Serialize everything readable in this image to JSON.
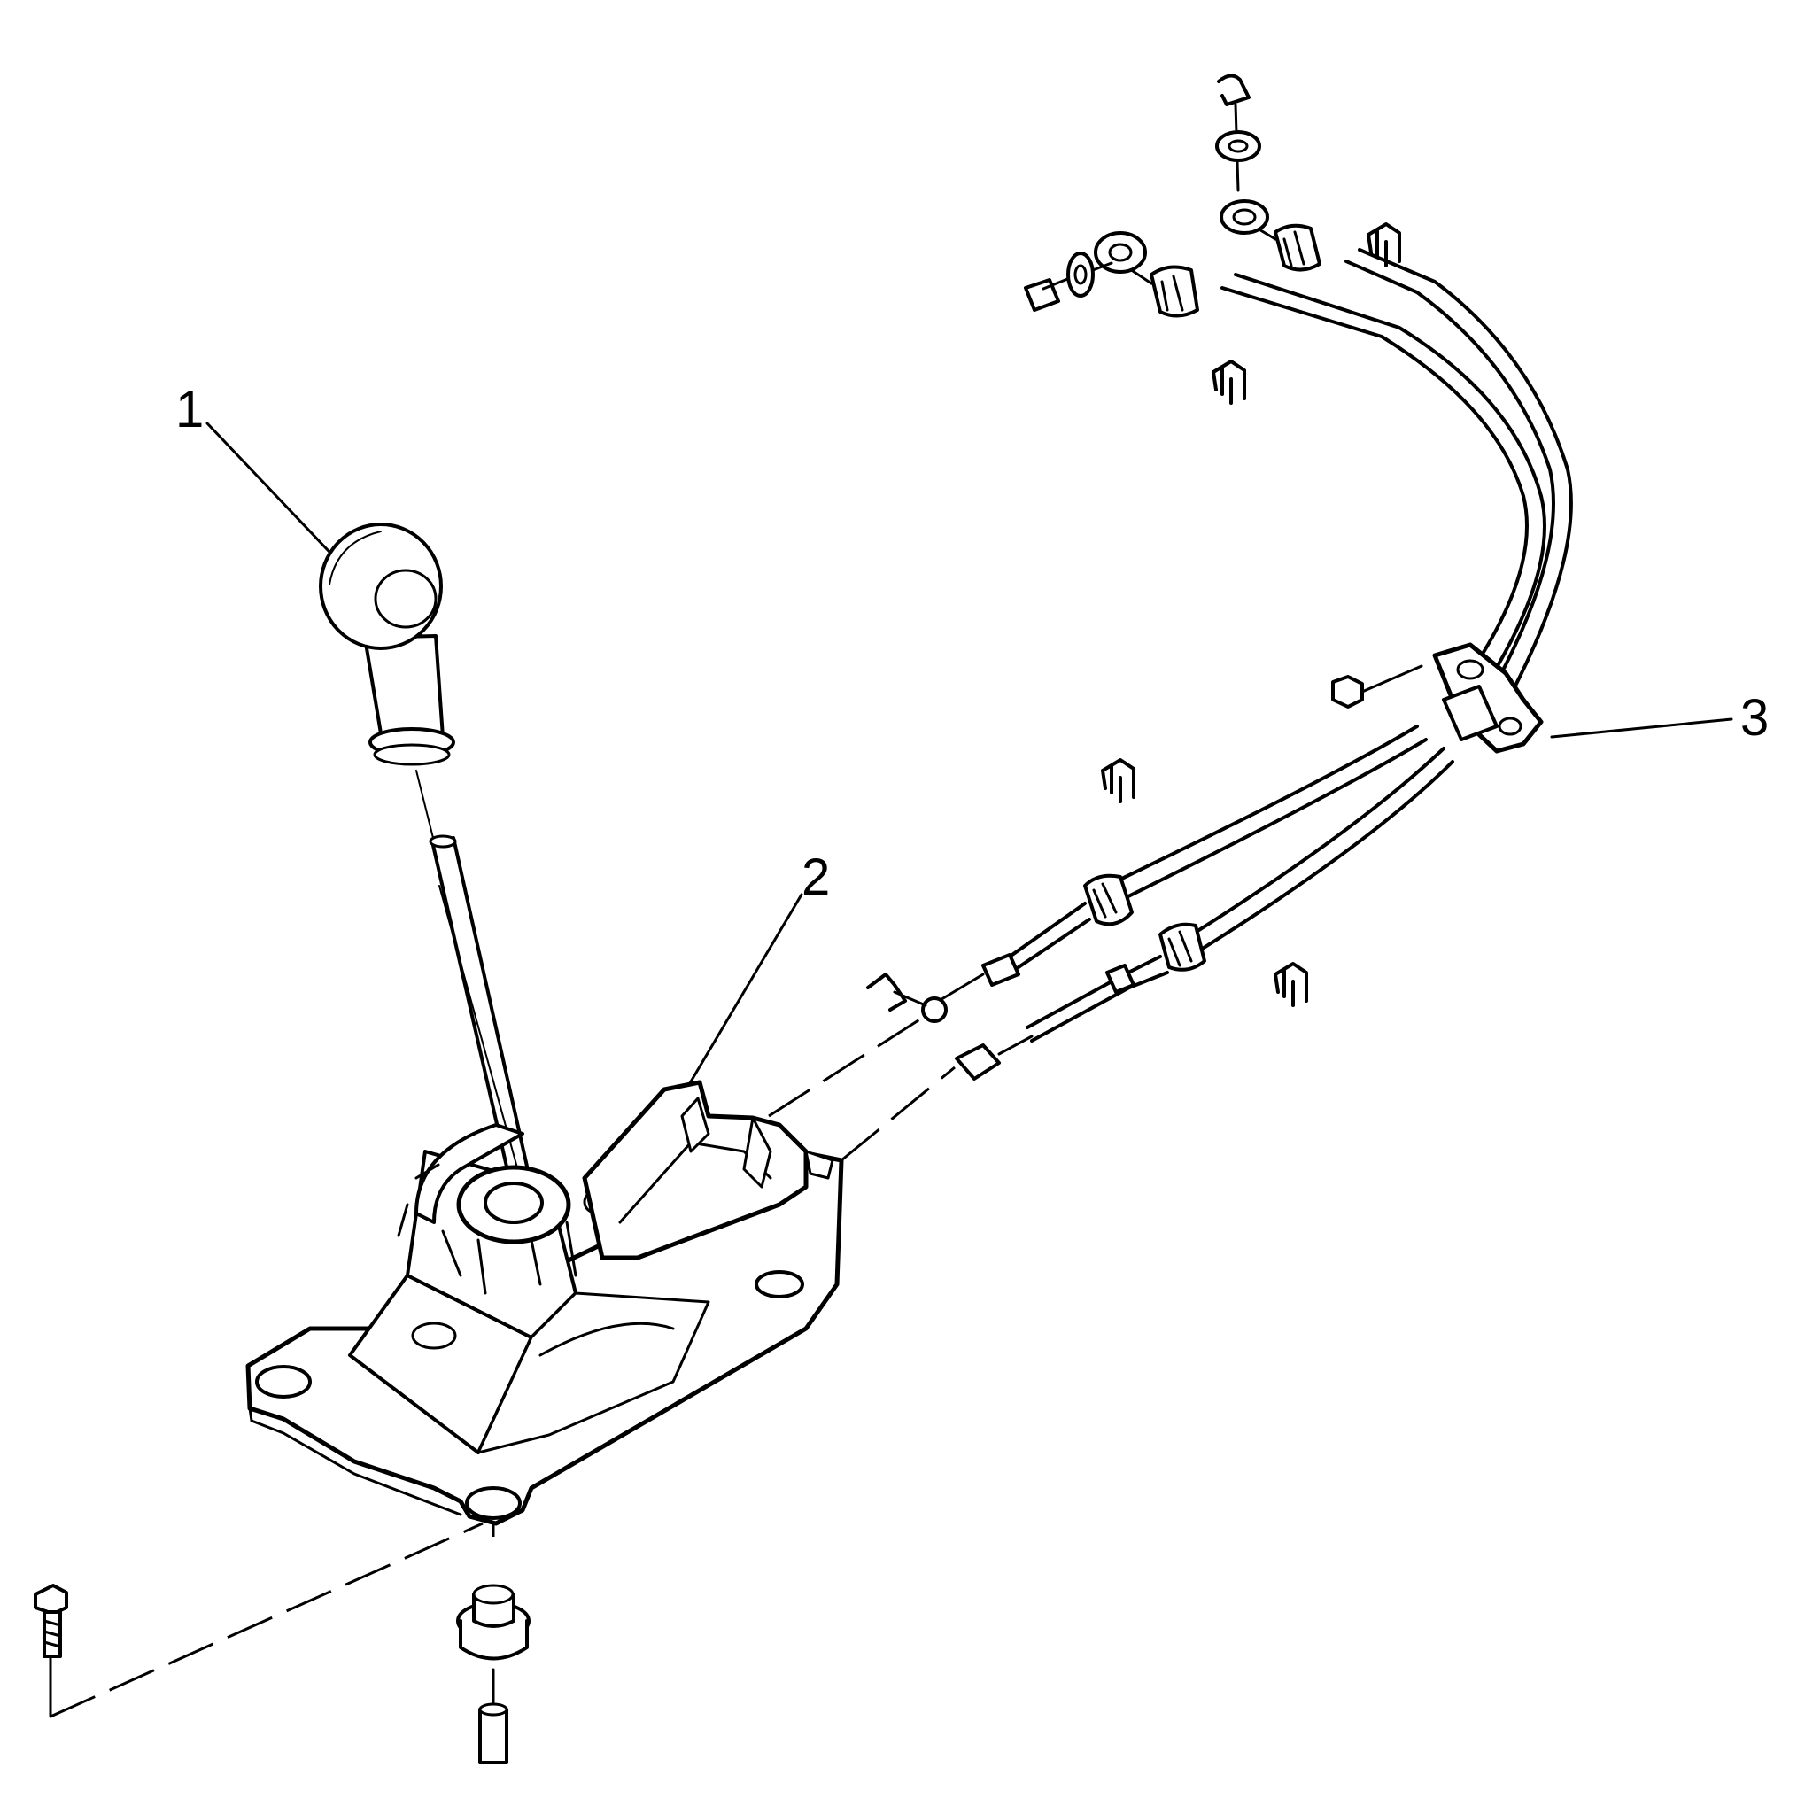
{
  "callouts": {
    "one": {
      "label": "1"
    },
    "two": {
      "label": "2"
    },
    "three": {
      "label": "3"
    }
  },
  "colors": {
    "line": "#000000",
    "background": "#ffffff"
  }
}
